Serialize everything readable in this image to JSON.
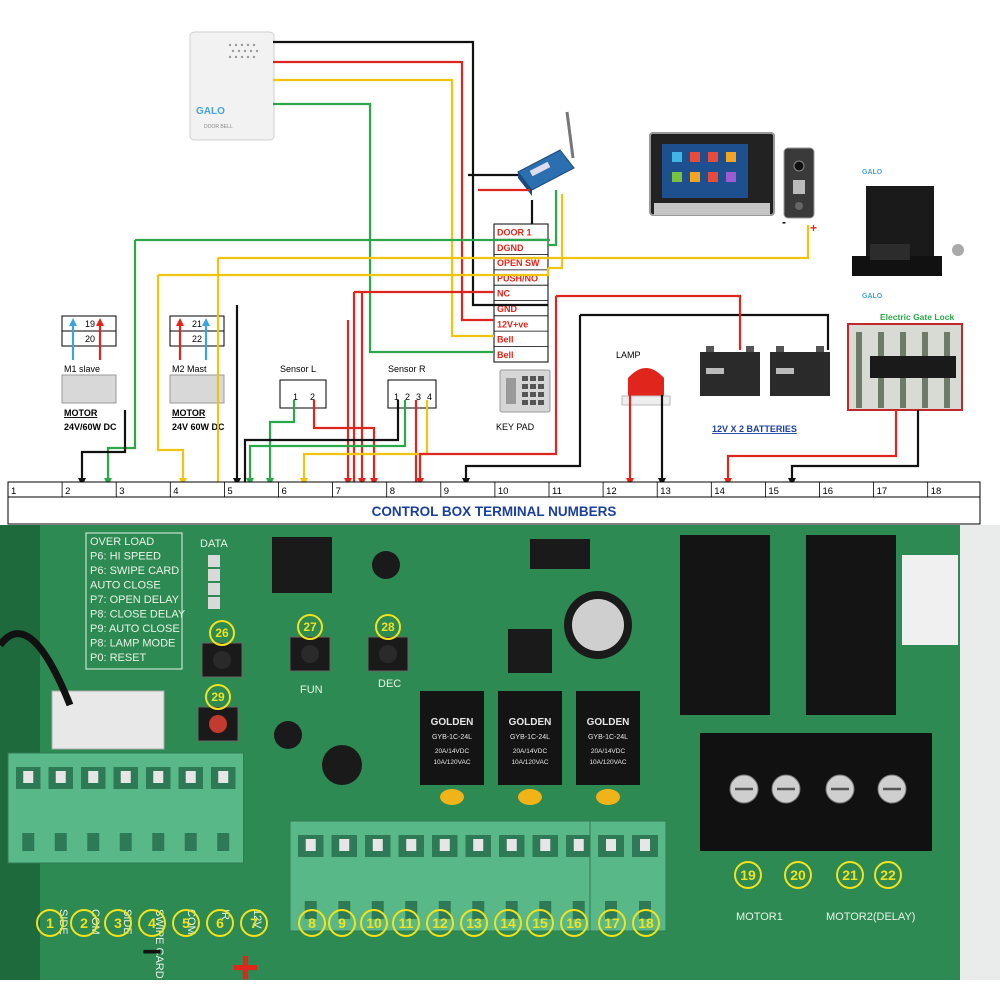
{
  "brand": "GALO",
  "doorbell": {
    "label": "DOOR BELL"
  },
  "panel_terminals": [
    "DOOR 1",
    "DGND",
    "OPEN SW",
    "PUSH/NO",
    "NC",
    "GND",
    "12V+ve",
    "Bell",
    "Bell"
  ],
  "motor_slave": {
    "pins": [
      "19",
      "20"
    ],
    "name": "M1 slave",
    "label": "MOTOR",
    "spec": "24V/60W DC"
  },
  "motor_master": {
    "pins": [
      "21",
      "22"
    ],
    "name": "M2 Mast",
    "label": "MOTOR",
    "spec": "24V 60W DC"
  },
  "sensor_l": {
    "name": "Sensor L",
    "pins": [
      "1",
      "2"
    ]
  },
  "sensor_r": {
    "name": "Sensor R",
    "pins": [
      "1",
      "2",
      "3",
      "4"
    ]
  },
  "keypad": {
    "label": "KEY PAD"
  },
  "lamp": {
    "label": "LAMP"
  },
  "batteries": {
    "label": "12V X 2 BATTERIES"
  },
  "gate_lock": {
    "label": "Electric Gate Lock"
  },
  "intercom": {
    "minus": "-",
    "plus": "+"
  },
  "terminal_strip": {
    "numbers": [
      "1",
      "2",
      "3",
      "4",
      "5",
      "6",
      "7",
      "8",
      "9",
      "10",
      "11",
      "12",
      "13",
      "14",
      "15",
      "16",
      "17",
      "18"
    ],
    "title": "CONTROL BOX TERMINAL NUMBERS"
  },
  "board": {
    "silk_menu": [
      "OVER LOAD",
      "P6: HI SPEED",
      "P6: SWIPE CARD",
      "AUTO CLOSE",
      "P7: OPEN DELAY",
      "P8: CLOSE DELAY",
      "P9: AUTO CLOSE",
      "P8: LAMP MODE",
      "P0: RESET"
    ],
    "data_label": "DATA",
    "buttons": [
      "26",
      "27",
      "28",
      "29"
    ],
    "button_labels": [
      "FUN",
      "DEC"
    ],
    "relay_brand": "GOLDEN",
    "relay_model": "GYB-1C-24L",
    "relay_rating": [
      "20A/14VDC",
      "10A/120VAC"
    ],
    "bottom_silk": [
      "SIDE",
      "COM",
      "SIDE",
      "SWIPE CARD",
      "COM",
      "IR",
      "12V"
    ],
    "terminal_numbers": [
      "1",
      "2",
      "3",
      "4",
      "5",
      "6",
      "7",
      "8",
      "9",
      "10",
      "11",
      "12",
      "13",
      "14",
      "15",
      "16",
      "17",
      "18"
    ],
    "motor_terminals": [
      "19",
      "20",
      "21",
      "22"
    ],
    "motor1": "MOTOR1",
    "motor2": "MOTOR2(DELAY)",
    "minus": "−",
    "plus": "+"
  },
  "colors": {
    "wire_red": "#e0261c",
    "wire_black": "#111111",
    "wire_yellow": "#f2c40f",
    "wire_green": "#2aa84a",
    "wire_blue": "#39a4e0",
    "title_blue": "#1b3fa0",
    "pcb": "#2d8a52",
    "terminal": "#58b887"
  }
}
